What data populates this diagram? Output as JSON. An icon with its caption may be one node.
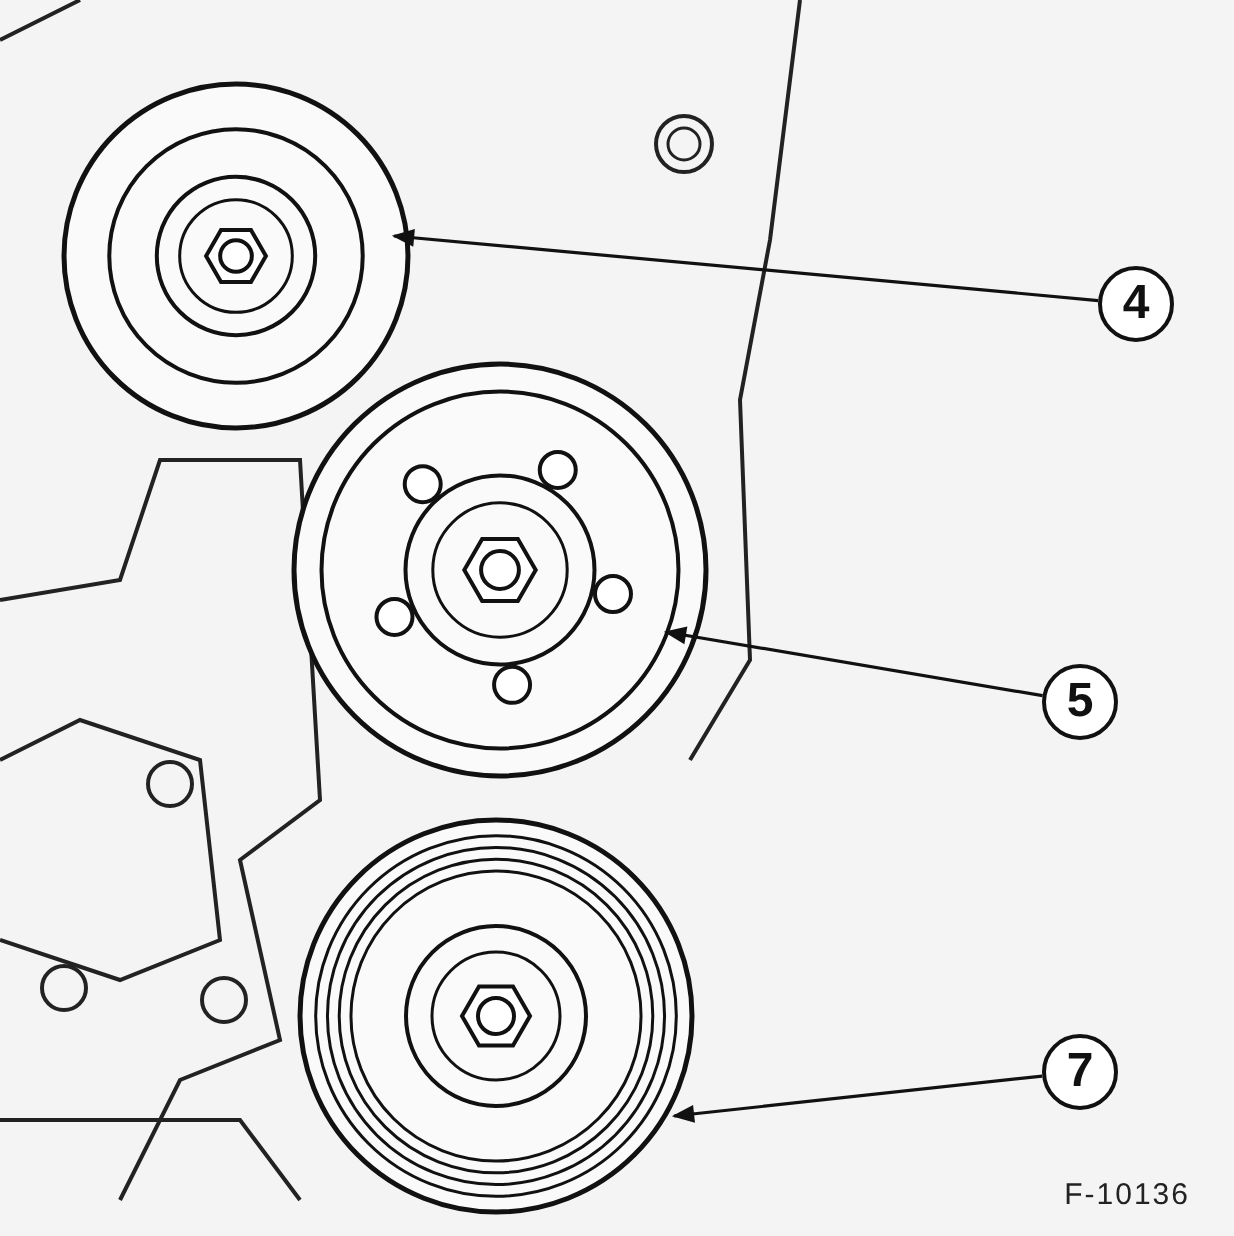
{
  "diagram": {
    "nodes": [
      {
        "text": [],
        "shape": "circle"
      },
      {
        "text": [
          "4"
        ]
      },
      {
        "text": [],
        "shape": "circle"
      },
      {
        "text": [
          "5"
        ]
      },
      {
        "text": [],
        "shape": "circle"
      },
      {
        "text": [
          "7"
        ]
      }
    ],
    "edges": [
      {
        "from": 1,
        "to": 0,
        "arrow": "to"
      },
      {
        "from": 3,
        "to": 2,
        "arrow": "to"
      },
      {
        "from": 5,
        "to": 4,
        "arrow": "to"
      }
    ],
    "labels": [
      "F-10136"
    ]
  }
}
